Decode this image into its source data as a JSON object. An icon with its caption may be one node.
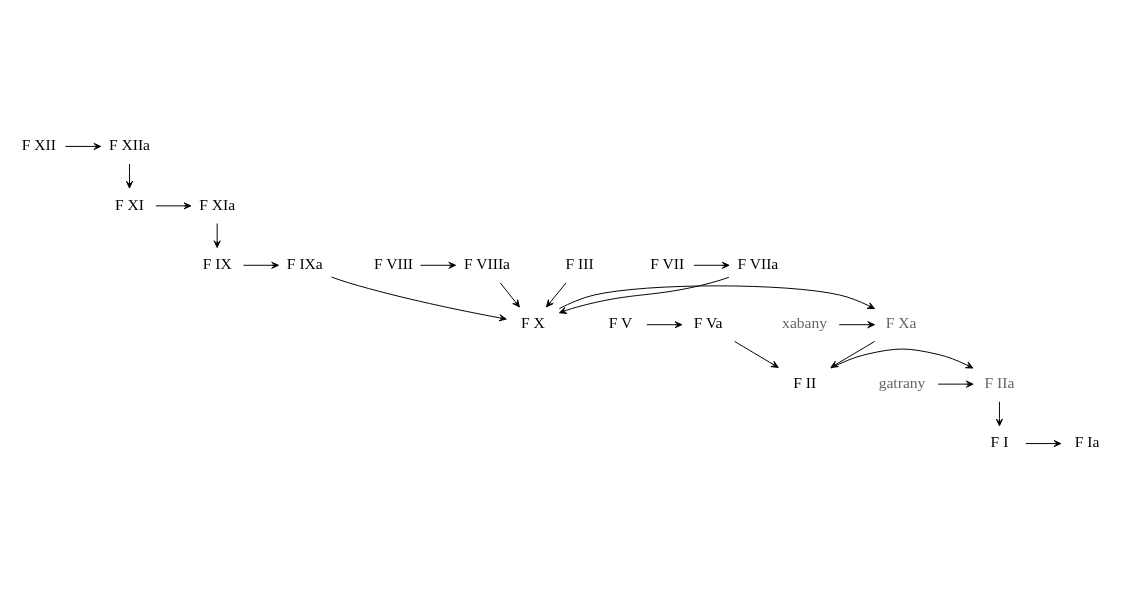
{
  "diagram": {
    "nodes": [
      {
        "text": [
          "F XII"
        ]
      },
      {
        "text": [
          "F XIIa"
        ]
      },
      {
        "text": [
          "F XI"
        ]
      },
      {
        "text": [
          "F XIa"
        ]
      },
      {
        "text": [
          "F IX"
        ]
      },
      {
        "text": [
          "F IXa"
        ]
      },
      {
        "text": [
          "F VIIIa"
        ]
      },
      {
        "text": [
          "F VIII"
        ]
      },
      {
        "text": [
          "F III"
        ]
      },
      {
        "text": [
          "F X"
        ]
      },
      {
        "text": [
          "F Xa"
        ]
      },
      {
        "text": [
          "xabany"
        ]
      },
      {
        "text": [
          "F VII"
        ]
      },
      {
        "text": [
          "F VIIa"
        ]
      },
      {
        "text": [
          "F Va"
        ]
      },
      {
        "text": [
          "F V"
        ]
      },
      {
        "text": [
          "F II"
        ]
      },
      {
        "text": [
          "F IIa"
        ]
      },
      {
        "text": [
          "gatrany"
        ]
      },
      {
        "text": [
          "F I"
        ]
      },
      {
        "text": [
          "F Ia"
        ]
      }
    ],
    "edges": [
      {
        "from": 0,
        "to": 1,
        "arrow": "to"
      },
      {
        "from": 1,
        "to": 2,
        "arrow": "to"
      },
      {
        "from": 2,
        "to": 3,
        "arrow": "to"
      },
      {
        "from": 3,
        "to": 4,
        "arrow": "to"
      },
      {
        "from": 4,
        "to": 5,
        "arrow": "to"
      },
      {
        "from": 5,
        "to": 9,
        "arrow": "to"
      },
      {
        "from": 6,
        "to": 9,
        "arrow": "to"
      },
      {
        "from": 7,
        "to": 6,
        "arrow": "to"
      },
      {
        "from": 8,
        "to": 9,
        "arrow": "to"
      },
      {
        "from": 12,
        "to": 13,
        "arrow": "to"
      },
      {
        "from": 13,
        "to": 9,
        "arrow": "to"
      },
      {
        "from": 9,
        "to": 10,
        "arrow": "to"
      },
      {
        "from": 11,
        "to": 10,
        "arrow": "to"
      },
      {
        "from": 10,
        "to": 16,
        "arrow": "to"
      },
      {
        "from": 14,
        "to": 16,
        "arrow": "to"
      },
      {
        "from": 15,
        "to": 14,
        "arrow": "to"
      },
      {
        "from": 16,
        "to": 17,
        "arrow": "to"
      },
      {
        "from": 18,
        "to": 17,
        "arrow": "to"
      },
      {
        "from": 17,
        "to": 19,
        "arrow": "to"
      },
      {
        "from": 19,
        "to": 20,
        "arrow": "to"
      }
    ]
  }
}
